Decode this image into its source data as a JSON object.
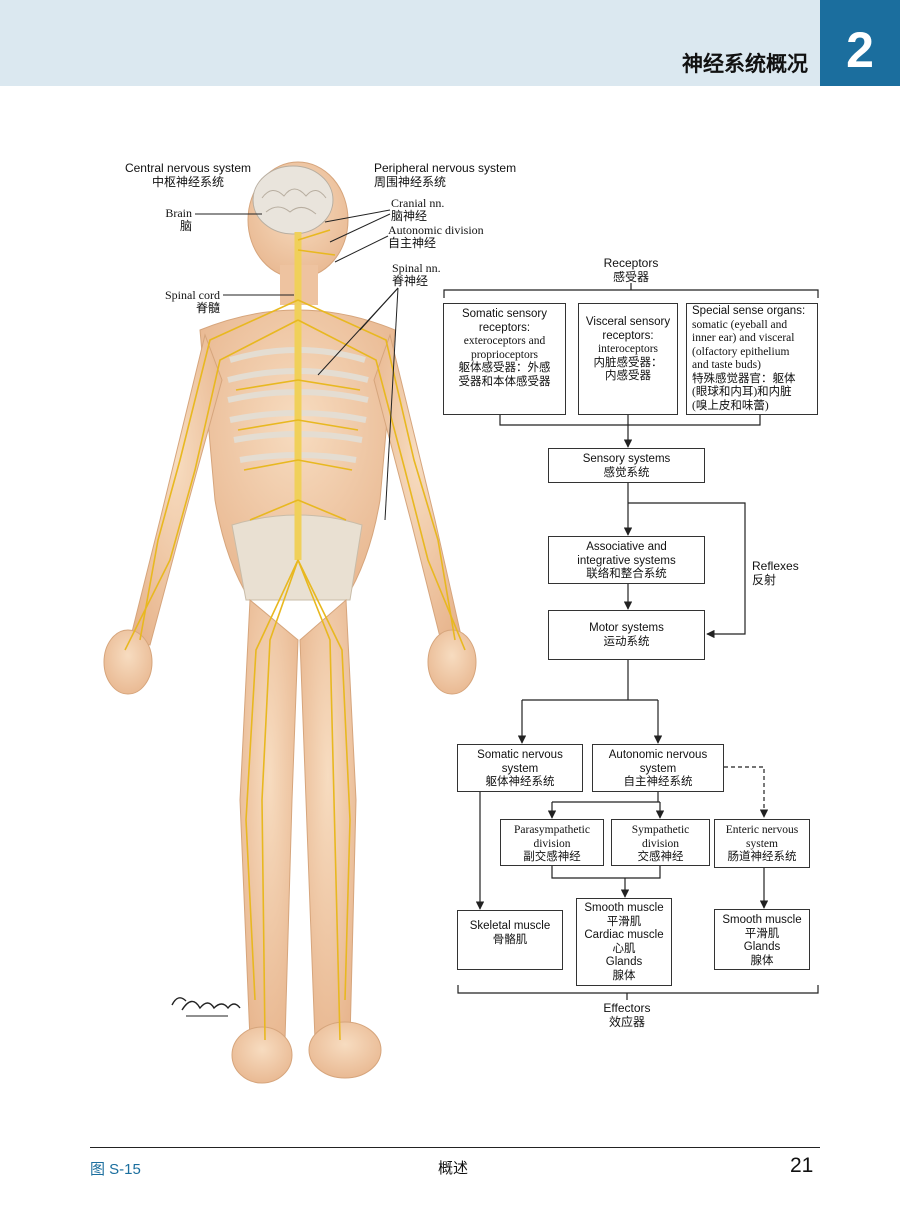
{
  "header": {
    "chapter_title": "神经系统概况",
    "chapter_number": "2"
  },
  "figure_labels": {
    "cns_en": "Central nervous system",
    "cns_zh": "中枢神经系统",
    "pns_en": "Peripheral nervous system",
    "pns_zh": "周围神经系统",
    "brain_en": "Brain",
    "brain_zh": "脑",
    "spinal_cord_en": "Spinal cord",
    "spinal_cord_zh": "脊髓",
    "cranial_en": "Cranial nn.",
    "cranial_zh": "脑神经",
    "autonomic_en": "Autonomic division",
    "autonomic_zh": "自主神经",
    "spinal_nn_en": "Spinal nn.",
    "spinal_nn_zh": "脊神经",
    "signature": "C.Machado M.D."
  },
  "flowchart": {
    "receptors": {
      "en": "Receptors",
      "zh": "感受器"
    },
    "somatic_receptors": {
      "l1": "Somatic sensory",
      "l2": "receptors:",
      "l3": "exteroceptors and",
      "l4": "proprioceptors",
      "l5": "躯体感受器：外感",
      "l6": "受器和本体感受器"
    },
    "visceral_receptors": {
      "l1": "Visceral sensory",
      "l2": "receptors:",
      "l3": "interoceptors",
      "l4": "内脏感受器：",
      "l5": "内感受器"
    },
    "special_sense": {
      "l1": "Special sense organs:",
      "l2": "somatic (eyeball and",
      "l3": "inner ear) and visceral",
      "l4": "(olfactory epithelium",
      "l5": "and taste buds)",
      "l6": "特殊感觉器官：躯体",
      "l7": "(眼球和内耳)和内脏",
      "l8": "(嗅上皮和味蕾)"
    },
    "sensory": {
      "en": "Sensory systems",
      "zh": "感觉系统"
    },
    "associative": {
      "l1": "Associative and",
      "l2": "integrative systems",
      "zh": "联络和整合系统"
    },
    "reflexes": {
      "en": "Reflexes",
      "zh": "反射"
    },
    "motor": {
      "en": "Motor systems",
      "zh": "运动系统"
    },
    "somatic_ns": {
      "l1": "Somatic nervous",
      "l2": "system",
      "zh": "躯体神经系统"
    },
    "autonomic_ns": {
      "l1": "Autonomic nervous",
      "l2": "system",
      "zh": "自主神经系统"
    },
    "parasympathetic": {
      "l1": "Parasympathetic",
      "l2": "division",
      "zh": "副交感神经"
    },
    "sympathetic": {
      "l1": "Sympathetic",
      "l2": "division",
      "zh": "交感神经"
    },
    "enteric": {
      "l1": "Enteric nervous",
      "l2": "system",
      "zh": "肠道神经系统"
    },
    "skeletal": {
      "en": "Skeletal muscle",
      "zh": "骨骼肌"
    },
    "smooth_cardiac": {
      "l1": "Smooth muscle",
      "l2": "平滑肌",
      "l3": "Cardiac muscle",
      "l4": "心肌",
      "l5": "Glands",
      "l6": "腺体"
    },
    "enteric_effectors": {
      "l1": "Smooth muscle",
      "l2": "平滑肌",
      "l3": "Glands",
      "l4": "腺体"
    },
    "effectors": {
      "en": "Effectors",
      "zh": "效应器"
    }
  },
  "footer": {
    "figure_ref": "图 S-15",
    "section": "概述",
    "page": "21"
  },
  "colors": {
    "header_bg": "#dbe8f0",
    "accent": "#1b6e9e",
    "nerve": "#e8b820",
    "skin": "#f2c9a0"
  }
}
